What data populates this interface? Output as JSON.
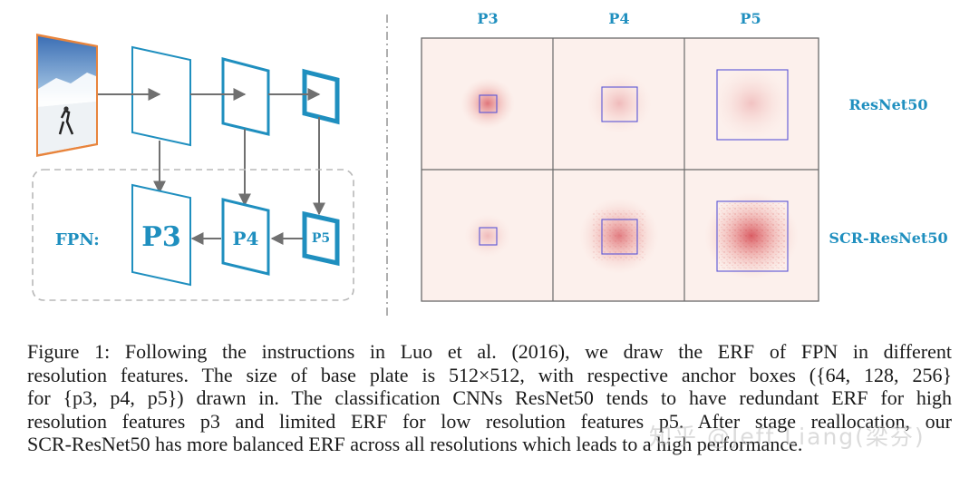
{
  "figure": {
    "fpn": {
      "fpn_label": "FPN:",
      "p3": "P3",
      "p4": "P4",
      "p5": "P5"
    },
    "erf": {
      "columns": [
        "P3",
        "P4",
        "P5"
      ],
      "rows": [
        "ResNet50",
        "SCR-ResNet50"
      ]
    },
    "colors": {
      "accent": "#1f8fbf",
      "box": "#5a55d6",
      "panel_bg": "#fcf0ec",
      "erf": "#d23c46",
      "frame_orange": "#e8843c"
    }
  },
  "caption": {
    "line1": "Figure 1: Following the instructions in Luo et al. (2016), we draw the ERF of FPN in different",
    "line2": "resolution features. The size of base plate is 512×512, with respective anchor boxes ({64, 128, 256}",
    "line3": "for {p3, p4, p5}) drawn in. The classification CNNs ResNet50 tends to have redundant ERF for high",
    "line4": "resolution features p3 and limited ERF for low resolution features p5. After stage reallocation, our",
    "line5": "SCR-ResNet50 has more balanced ERF across all resolutions which leads to a high performance."
  },
  "watermark": "知乎 @Jeff Liang(梁芬)"
}
